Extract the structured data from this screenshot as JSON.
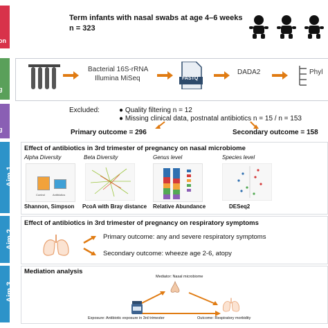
{
  "colors": {
    "red_strip": "#d8324a",
    "green_strip": "#5aa05a",
    "purple_strip": "#8a5fb4",
    "blue_strip": "#2d93c9",
    "arrow": "#e07b12",
    "bar_blue": "#2f6fb0",
    "bar_red": "#d43a3a",
    "bar_orange": "#f2a23a",
    "bar_green": "#53a954",
    "bar_purple": "#8c5fb6"
  },
  "cohort": {
    "line1": "Term infants with nasal swabs at age 4–6 weeks",
    "line2": "n = 323",
    "side_tag": "on"
  },
  "pipeline": {
    "side_tag": "g",
    "sequencing": [
      "Bacterial 16S-rRNA",
      "Illumina MiSeq"
    ],
    "fastq": "FASTQ",
    "dada2": "DADA2",
    "phyl": "Phyl"
  },
  "exclusion": {
    "side_tag": "g",
    "label": "Excluded:",
    "items": [
      "Quality filtering n = 12",
      "Missing clinical data, postnatal antibiotics n = 15 / n = 153"
    ],
    "primary": "Primary outcome = 296",
    "secondary": "Secondary outcome = 158"
  },
  "aim1": {
    "side": "Aim 1",
    "title": "Effect of antibiotics in 3rd trimester of pregnancy on nasal microbiome",
    "panels": [
      "Alpha Diversity",
      "Beta Diversity",
      "Genus level",
      "Species level"
    ],
    "captions": [
      "Shannon, Simpson",
      "PcoA with Bray distance",
      "Relative Abundance",
      "DESeq2"
    ],
    "boxplot_groups": [
      "Control",
      "Antibiotics"
    ],
    "stacked_bars": [
      {
        "blue": 0.3,
        "red": 0.2,
        "orange": 0.15,
        "green": 0.2,
        "purple": 0.15
      },
      {
        "blue": 0.35,
        "red": 0.15,
        "orange": 0.2,
        "green": 0.15,
        "purple": 0.15
      }
    ]
  },
  "aim2": {
    "side": "Aim 2",
    "title": "Effect of antibiotics in 3rd trimester of pregnancy on respiratory symptoms",
    "primary": "Primary outcome: any and severe respiratory symptoms",
    "secondary": "Secondary outcome: wheeze age 2-6, atopy"
  },
  "aim3": {
    "side": "Aim 3",
    "title": "Mediation analysis",
    "mediator": "Mediator: Nasal microbiome",
    "exposure": "Exposure: Antibiotic exposure in 3rd trimester",
    "outcome": "Outcome: Respiratory morbidity"
  }
}
